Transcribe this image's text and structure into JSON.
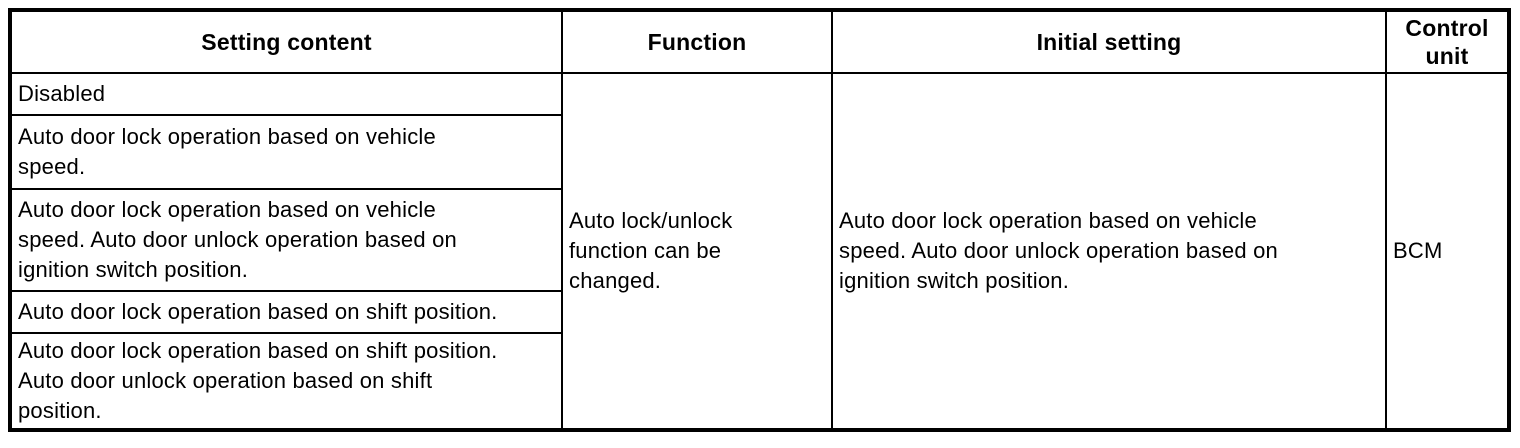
{
  "table": {
    "headers": {
      "setting_content": "Setting content",
      "function": "Function",
      "initial_setting": "Initial setting",
      "control_unit": "Control\nunit"
    },
    "setting_rows": [
      "Disabled",
      "Auto door lock operation based on vehicle\nspeed.",
      "Auto door lock operation based on vehicle\nspeed. Auto door unlock operation based on\nignition switch position.",
      "Auto door lock operation based on shift position.",
      "Auto door lock operation based on shift position.\nAuto door unlock operation based on shift\nposition."
    ],
    "function_cell": "Auto lock/unlock\nfunction can be\nchanged.",
    "initial_setting_cell": "Auto door lock operation based on vehicle\nspeed. Auto door unlock operation based on\nignition switch position.",
    "control_unit_cell": "BCM"
  },
  "colors": {
    "border": "#000000",
    "text": "#000000",
    "background": "#ffffff"
  }
}
